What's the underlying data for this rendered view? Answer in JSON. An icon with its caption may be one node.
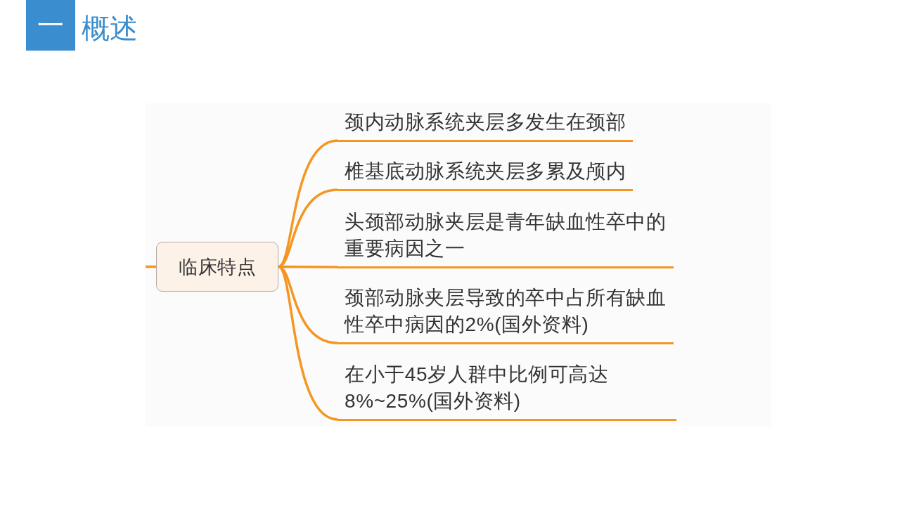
{
  "diagram": {
    "title": "概述",
    "nodes": [
      {
        "text": [
          "一"
        ]
      },
      {
        "text": [
          "临床特点"
        ]
      },
      {
        "text": [
          "颈内动脉系统夹层多发生在颈部"
        ]
      },
      {
        "text": [
          "椎基底动脉系统夹层多累及颅内"
        ]
      },
      {
        "text": [
          "头颈部动脉夹层是青年缺血性卒中的重要病因之一"
        ]
      },
      {
        "text": [
          "颈部动脉夹层导致的卒中占所有缺血性卒中病因的2%(国外资料)"
        ]
      },
      {
        "text": [
          "在小于45岁人群中比例可高达8%~25%(国外资料)"
        ]
      }
    ],
    "edges": [
      {
        "from": null,
        "to": 1,
        "arrow": "none"
      },
      {
        "from": 1,
        "to": 2,
        "arrow": "none"
      },
      {
        "from": 1,
        "to": 3,
        "arrow": "none"
      },
      {
        "from": 1,
        "to": 4,
        "arrow": "none"
      },
      {
        "from": 1,
        "to": 5,
        "arrow": "none"
      },
      {
        "from": 1,
        "to": 6,
        "arrow": "none"
      }
    ]
  }
}
